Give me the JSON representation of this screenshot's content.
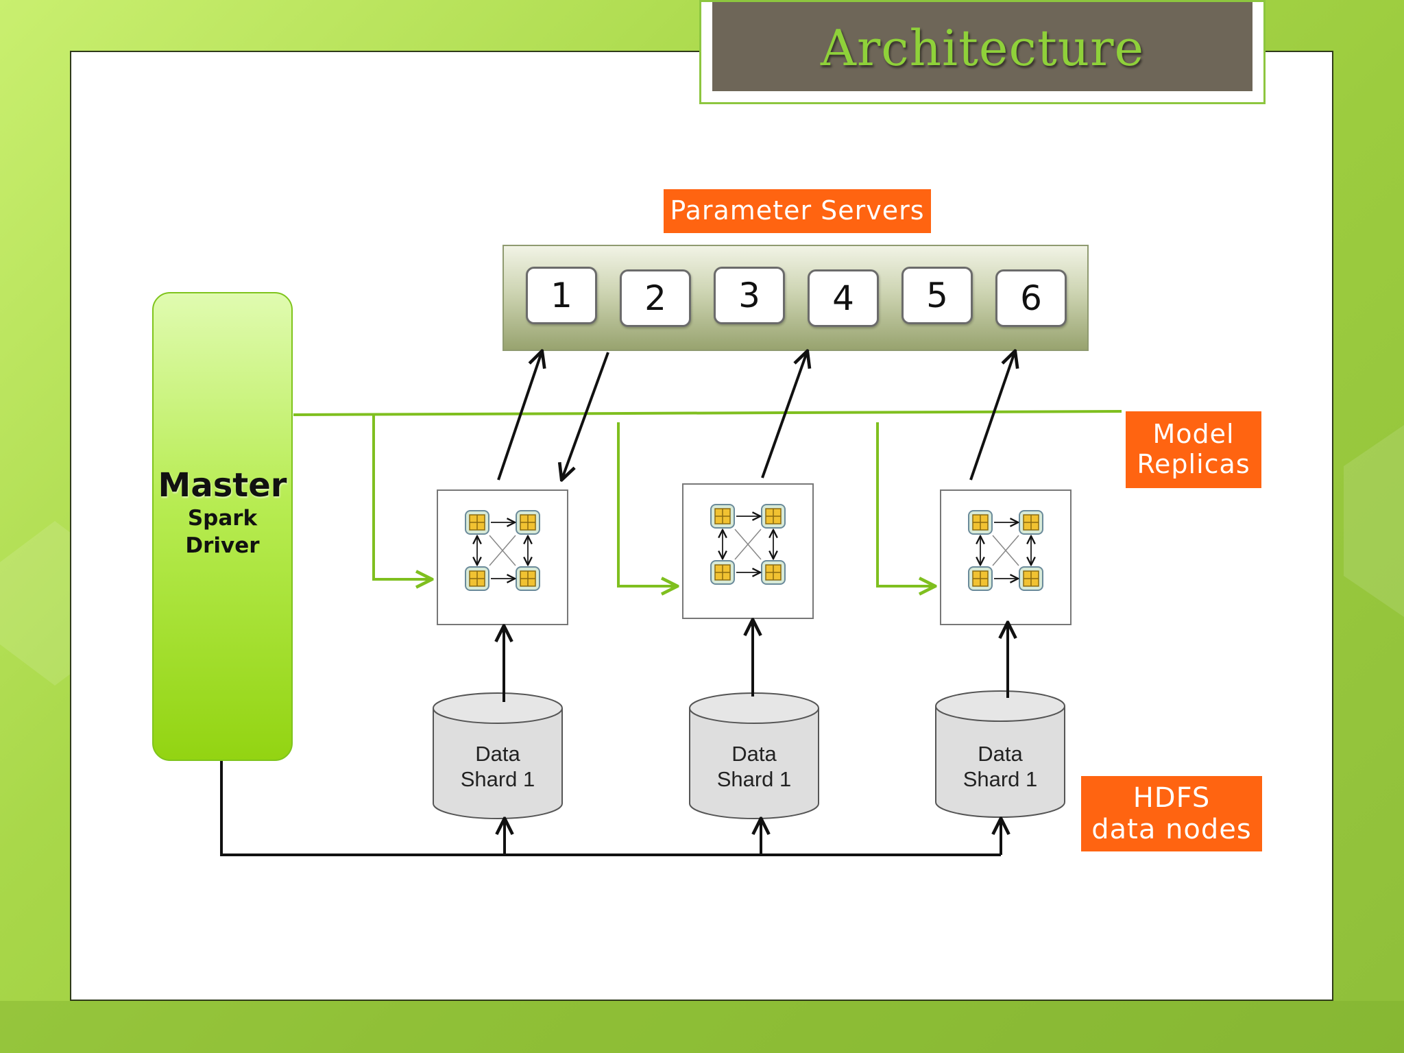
{
  "title": "Architecture",
  "labels": {
    "parameter_servers": "Parameter Servers",
    "model_replicas": [
      "Model",
      "Replicas"
    ],
    "hdfs": [
      "HDFS",
      "data nodes"
    ]
  },
  "parameter_servers": [
    "1",
    "2",
    "3",
    "4",
    "5",
    "6"
  ],
  "master": {
    "title": "Master",
    "sub": [
      "Spark",
      "Driver"
    ]
  },
  "data_shards": [
    {
      "line1": "Data",
      "line2": "Shard 1"
    },
    {
      "line1": "Data",
      "line2": "Shard 1"
    },
    {
      "line1": "Data",
      "line2": "Shard 1"
    }
  ],
  "colors": {
    "label_orange": "#ff6411",
    "green_line": "#7fbf1f",
    "title_bg": "#6e6658",
    "title_text": "#8fd13a",
    "chip_yellow": "#f1c232"
  }
}
